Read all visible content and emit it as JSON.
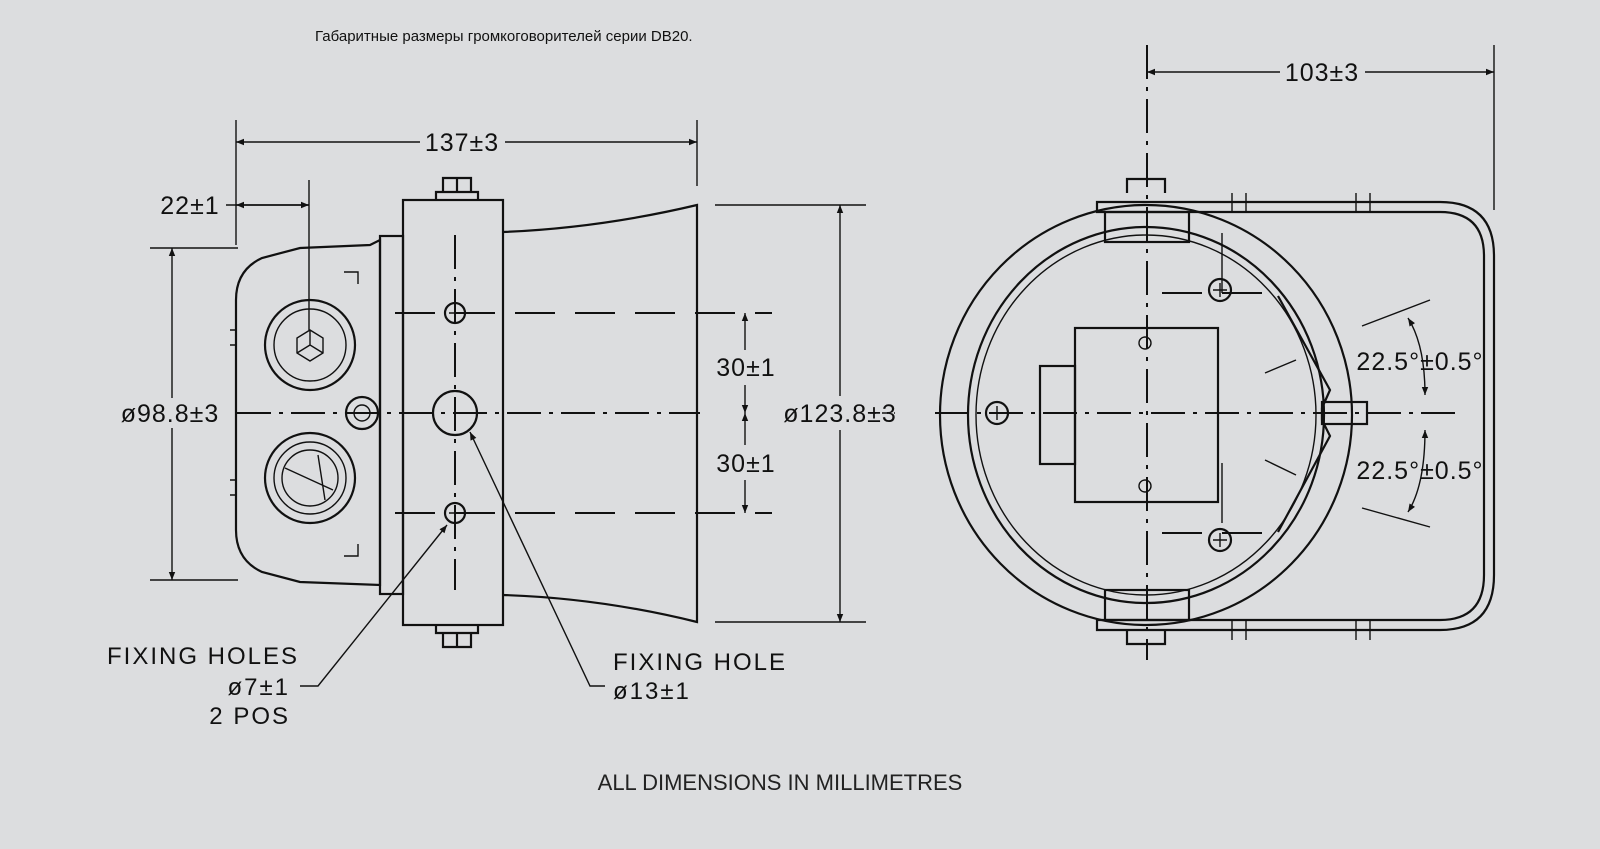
{
  "title": "Габаритные размеры громкоговорителей серии DB20.",
  "side_view": {
    "dim_length": "137±3",
    "dim_rear": "22±1",
    "dim_rear_diameter": "ø98.8±3",
    "dim_front_diameter": "ø123.8±3",
    "dim_hole_spacing_upper": "30±1",
    "dim_hole_spacing_lower": "30±1",
    "fixing_holes_label": "FIXING HOLES",
    "fixing_holes_size": "ø7±1",
    "fixing_holes_count": "2 POS",
    "fixing_hole_label": "FIXING HOLE",
    "fixing_hole_size": "ø13±1"
  },
  "front_view": {
    "dim_depth": "103±3",
    "angle_upper": "22.5°±0.5°",
    "angle_lower": "22.5°±0.5°"
  },
  "footer": "ALL DIMENSIONS IN MILLIMETRES"
}
